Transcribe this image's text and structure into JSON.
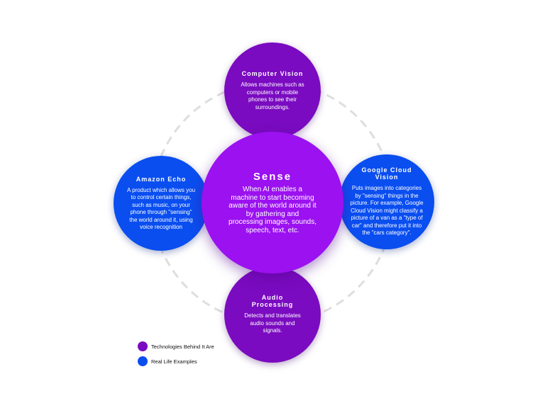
{
  "colors": {
    "technologies": "#7a0bc0",
    "examples": "#0a4ef0",
    "center": "#9b11f0",
    "ring": "#dedede"
  },
  "center": {
    "title": "Sense",
    "description": "When AI enables a machine to start becoming aware of the world around it by gathering and processing images, sounds, speech, text, etc."
  },
  "nodes": {
    "computer_vision": {
      "title": "Computer Vision",
      "description": "Allows machines such as computers or mobile phones to see their surroundings."
    },
    "audio_processing": {
      "title": "Audio Processing",
      "description": "Detects and translates audio sounds and signals."
    },
    "amazon_echo": {
      "title": "Amazon Echo",
      "description": "A product which allows you to control certain things, such as music, on your phone through \"sensing\" the world around it, using voice recognition"
    },
    "google_cloud_vision": {
      "title": "Google Cloud Vision",
      "description": "Puts images into categories by \"sensing\" things in the picture. For example, Google Cloud Vision might classify a picture of a van as a \"type of car\" and therefore put it into the \"cars category\"."
    }
  },
  "legend": {
    "technologies_label": "Technologies Behind It Are",
    "examples_label": "Real Life Examples"
  }
}
